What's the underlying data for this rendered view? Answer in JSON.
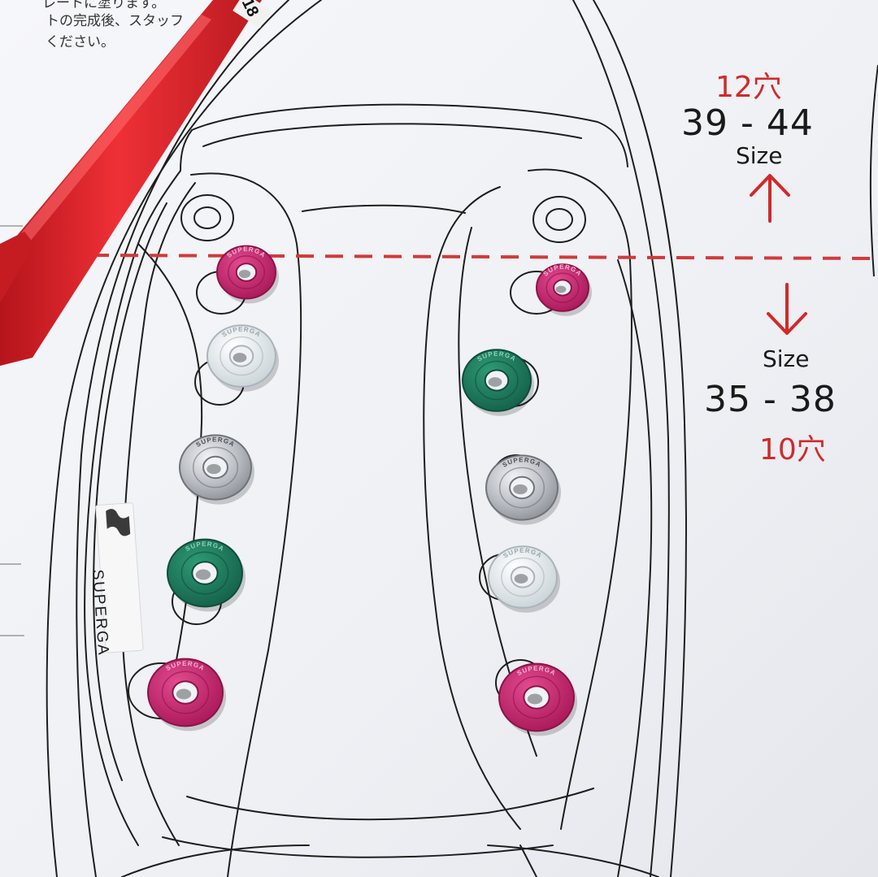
{
  "instructions": {
    "line1": "レートに塗ります。",
    "line2": "トの完成後、スタッフ",
    "line3": "ください。"
  },
  "size_large": {
    "holes": "12穴",
    "range": "39 - 44",
    "word": "Size",
    "arrow": "up"
  },
  "size_small": {
    "word": "Size",
    "range": "35 - 38",
    "holes": "10穴",
    "arrow": "down"
  },
  "brand_tag": {
    "text": "SUPERGA"
  },
  "pen": {
    "label": "18",
    "color": "#e0262b"
  },
  "eyelet_ring_text": "SUPERGA",
  "colors": {
    "paper": "#f4f5f8",
    "divider": "#d13a3a",
    "size_red": "#d12a2a",
    "pink": "#c8236f",
    "white": "#e6ecef",
    "silver": "#c4c7cc",
    "green": "#1f7a5c"
  },
  "eyelets": {
    "left_column": [
      "pink",
      "white",
      "silver",
      "green",
      "pink"
    ],
    "right_column": [
      "pink",
      "green",
      "silver",
      "white",
      "pink"
    ]
  }
}
